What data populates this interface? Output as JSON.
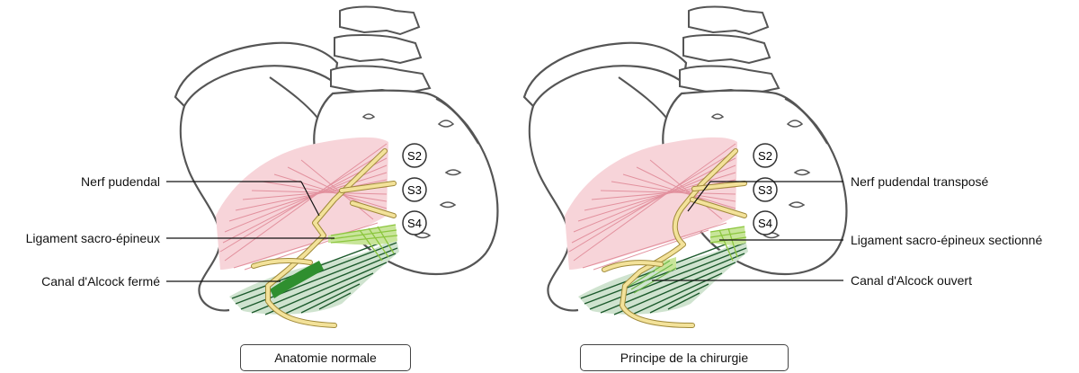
{
  "panels": [
    {
      "caption": "Anatomie normale",
      "labels": {
        "nerve": "Nerf pudendal",
        "ligament": "Ligament sacro-épineux",
        "canal": "Canal d'Alcock fermé"
      },
      "vertebrae": [
        "S2",
        "S3",
        "S4"
      ]
    },
    {
      "caption": "Principe de la chirurgie",
      "labels": {
        "nerve": "Nerf pudendal transposé",
        "ligament": "Ligament sacro-épineux sectionné",
        "canal": "Canal d'Alcock ouvert"
      },
      "vertebrae": [
        "S2",
        "S3",
        "S4"
      ]
    }
  ],
  "colors": {
    "bone_outline": "#555555",
    "muscle": "#e8a2ad",
    "nerve": "#f3e29a",
    "nerve_outline": "#a08a3a",
    "ligament": "#8cc63e",
    "canal": "#2f8f2f",
    "dark_muscle": "#1c5a2c"
  }
}
